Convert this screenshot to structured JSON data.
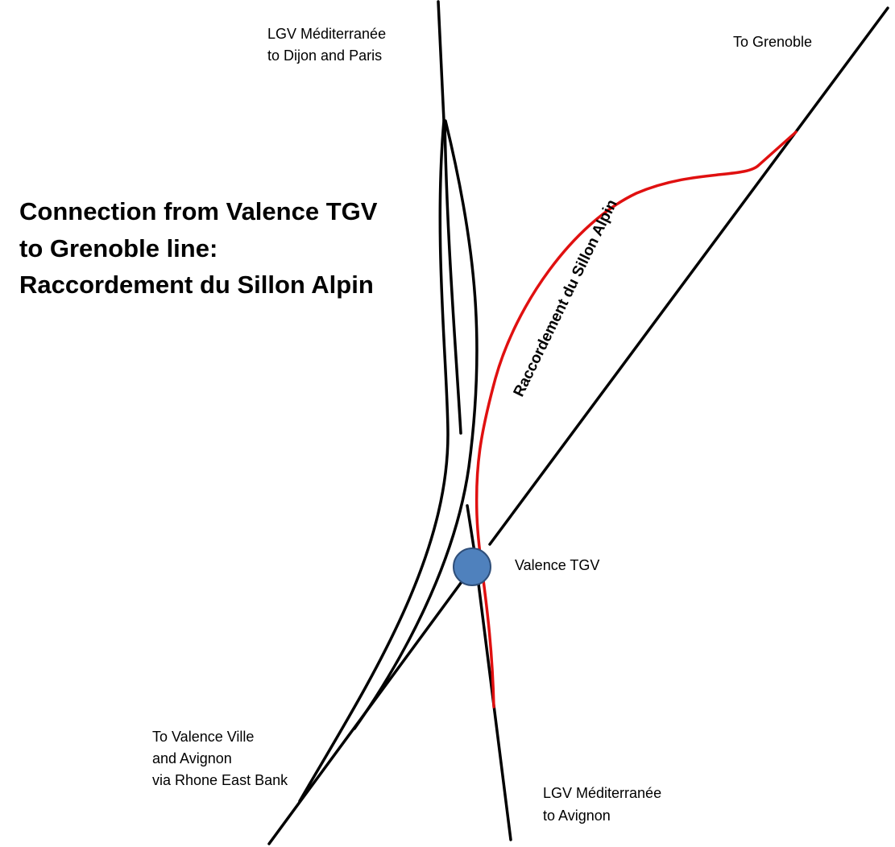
{
  "title": {
    "lines": [
      "Connection from Valence TGV",
      "to Grenoble line:",
      "Raccordement du Sillon Alpin"
    ]
  },
  "labels": {
    "north": [
      "LGV Méditerranée",
      "to Dijon and Paris"
    ],
    "grenoble": "To Grenoble",
    "valence_ville": [
      "To Valence Ville",
      "and Avignon",
      "via Rhone East Bank"
    ],
    "south": [
      "LGV Méditerranée",
      "to Avignon"
    ],
    "station": "Valence TGV",
    "connection": "Raccordement du Sillon Alpin"
  },
  "colors": {
    "track": "#000000",
    "connection": "#e01010",
    "station_fill": "#4f81bd",
    "station_stroke": "#2f4f7a"
  }
}
